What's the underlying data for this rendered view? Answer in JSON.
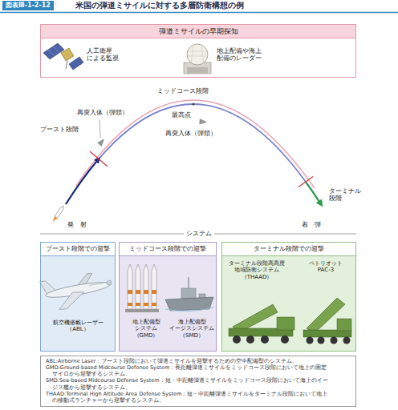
{
  "diagram": {
    "title": "米国の弾道ミサイルに対する多層防衛構想の例",
    "nodes": [
      {
        "text": [
          "弾道ミサイルの早期探知"
        ]
      },
      {
        "text": [
          "ブースト段階での迎撃"
        ]
      },
      {
        "text": [
          "ミッドコース段階での迎撃"
        ]
      },
      {
        "text": [
          "ターミナル段階での迎撃"
        ]
      },
      {
        "text": [
          "ABL:Airborne Laser：ブースト段階において弾道ミサイルを迎撃するための空中配備型のシステム。",
          "GMD:Ground-based Midcourse Defense System：長距離弾道ミサイルをミッドコース段階において地上の固定 サイロから迎撃するシステム。",
          "SMD:Sea-based Midcourse Defense System：短・中距離弾道ミサイルをミッドコース段階において海上のイー ジス艦から迎撃するシステム。",
          "THAAD:Terminal High Altitude Area Defense System：短・中距離弾道ミサイルをターミナル段階において地上 の移動式ランチャーから迎撃するシステム。"
        ]
      }
    ],
    "labels": [
      "図表Ⅲ-1-2-12",
      "人工衛星 による監視",
      "地上配備や海上 配備のレーダー",
      "ミッドコース段階",
      "再突入体（弾頭）",
      "最高点",
      "ブースト段階",
      "再突入体（弾頭）",
      "ターミナル 段階",
      "発　射",
      "システム",
      "着　弾",
      "航空機搭載レーザー （ABL）",
      "地上配備型 システム （GMD）",
      "海上配備型 イージスシステム （SMD）",
      "ターミナル段階高高度 地域防衛システム （THAAD）",
      "ペトリオット PAC-3"
    ]
  }
}
